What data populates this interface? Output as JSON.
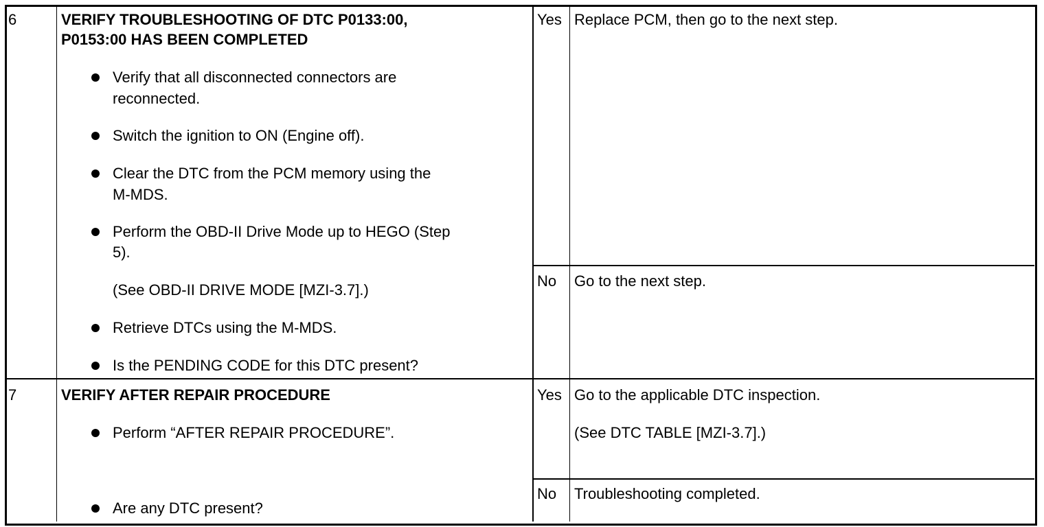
{
  "rows": [
    {
      "step": "6",
      "title_line1": "VERIFY TROUBLESHOOTING OF DTC P0133:00,",
      "title_line2": "P0153:00 HAS BEEN COMPLETED",
      "items": [
        {
          "line1": "Verify that all disconnected connectors are",
          "line2": "reconnected."
        },
        {
          "line1": "Switch the ignition to ON (Engine off)."
        },
        {
          "line1": "Clear the DTC from the PCM memory using the",
          "line2": "M-MDS."
        },
        {
          "line1": "Perform the OBD-II Drive Mode up to HEGO (Step",
          "line2": "5)."
        },
        {
          "note": "(See OBD-II DRIVE MODE [MZI-3.7].)"
        },
        {
          "line1": "Retrieve DTCs using the M-MDS."
        },
        {
          "line1": "Is the PENDING CODE for this DTC present?"
        }
      ],
      "yes_label": "Yes",
      "yes_action": "Replace PCM, then go to the next step.",
      "no_label": "No",
      "no_action": "Go to the next step."
    },
    {
      "step": "7",
      "title_line1": "VERIFY AFTER REPAIR PROCEDURE",
      "items": [
        {
          "line1": "Perform “AFTER REPAIR PROCEDURE”."
        },
        {
          "line1": "Are any DTC present?"
        }
      ],
      "yes_label": "Yes",
      "yes_action": "Go to the applicable DTC inspection.",
      "yes_note": "(See DTC TABLE [MZI-3.7].)",
      "no_label": "No",
      "no_action": "Troubleshooting completed."
    }
  ]
}
